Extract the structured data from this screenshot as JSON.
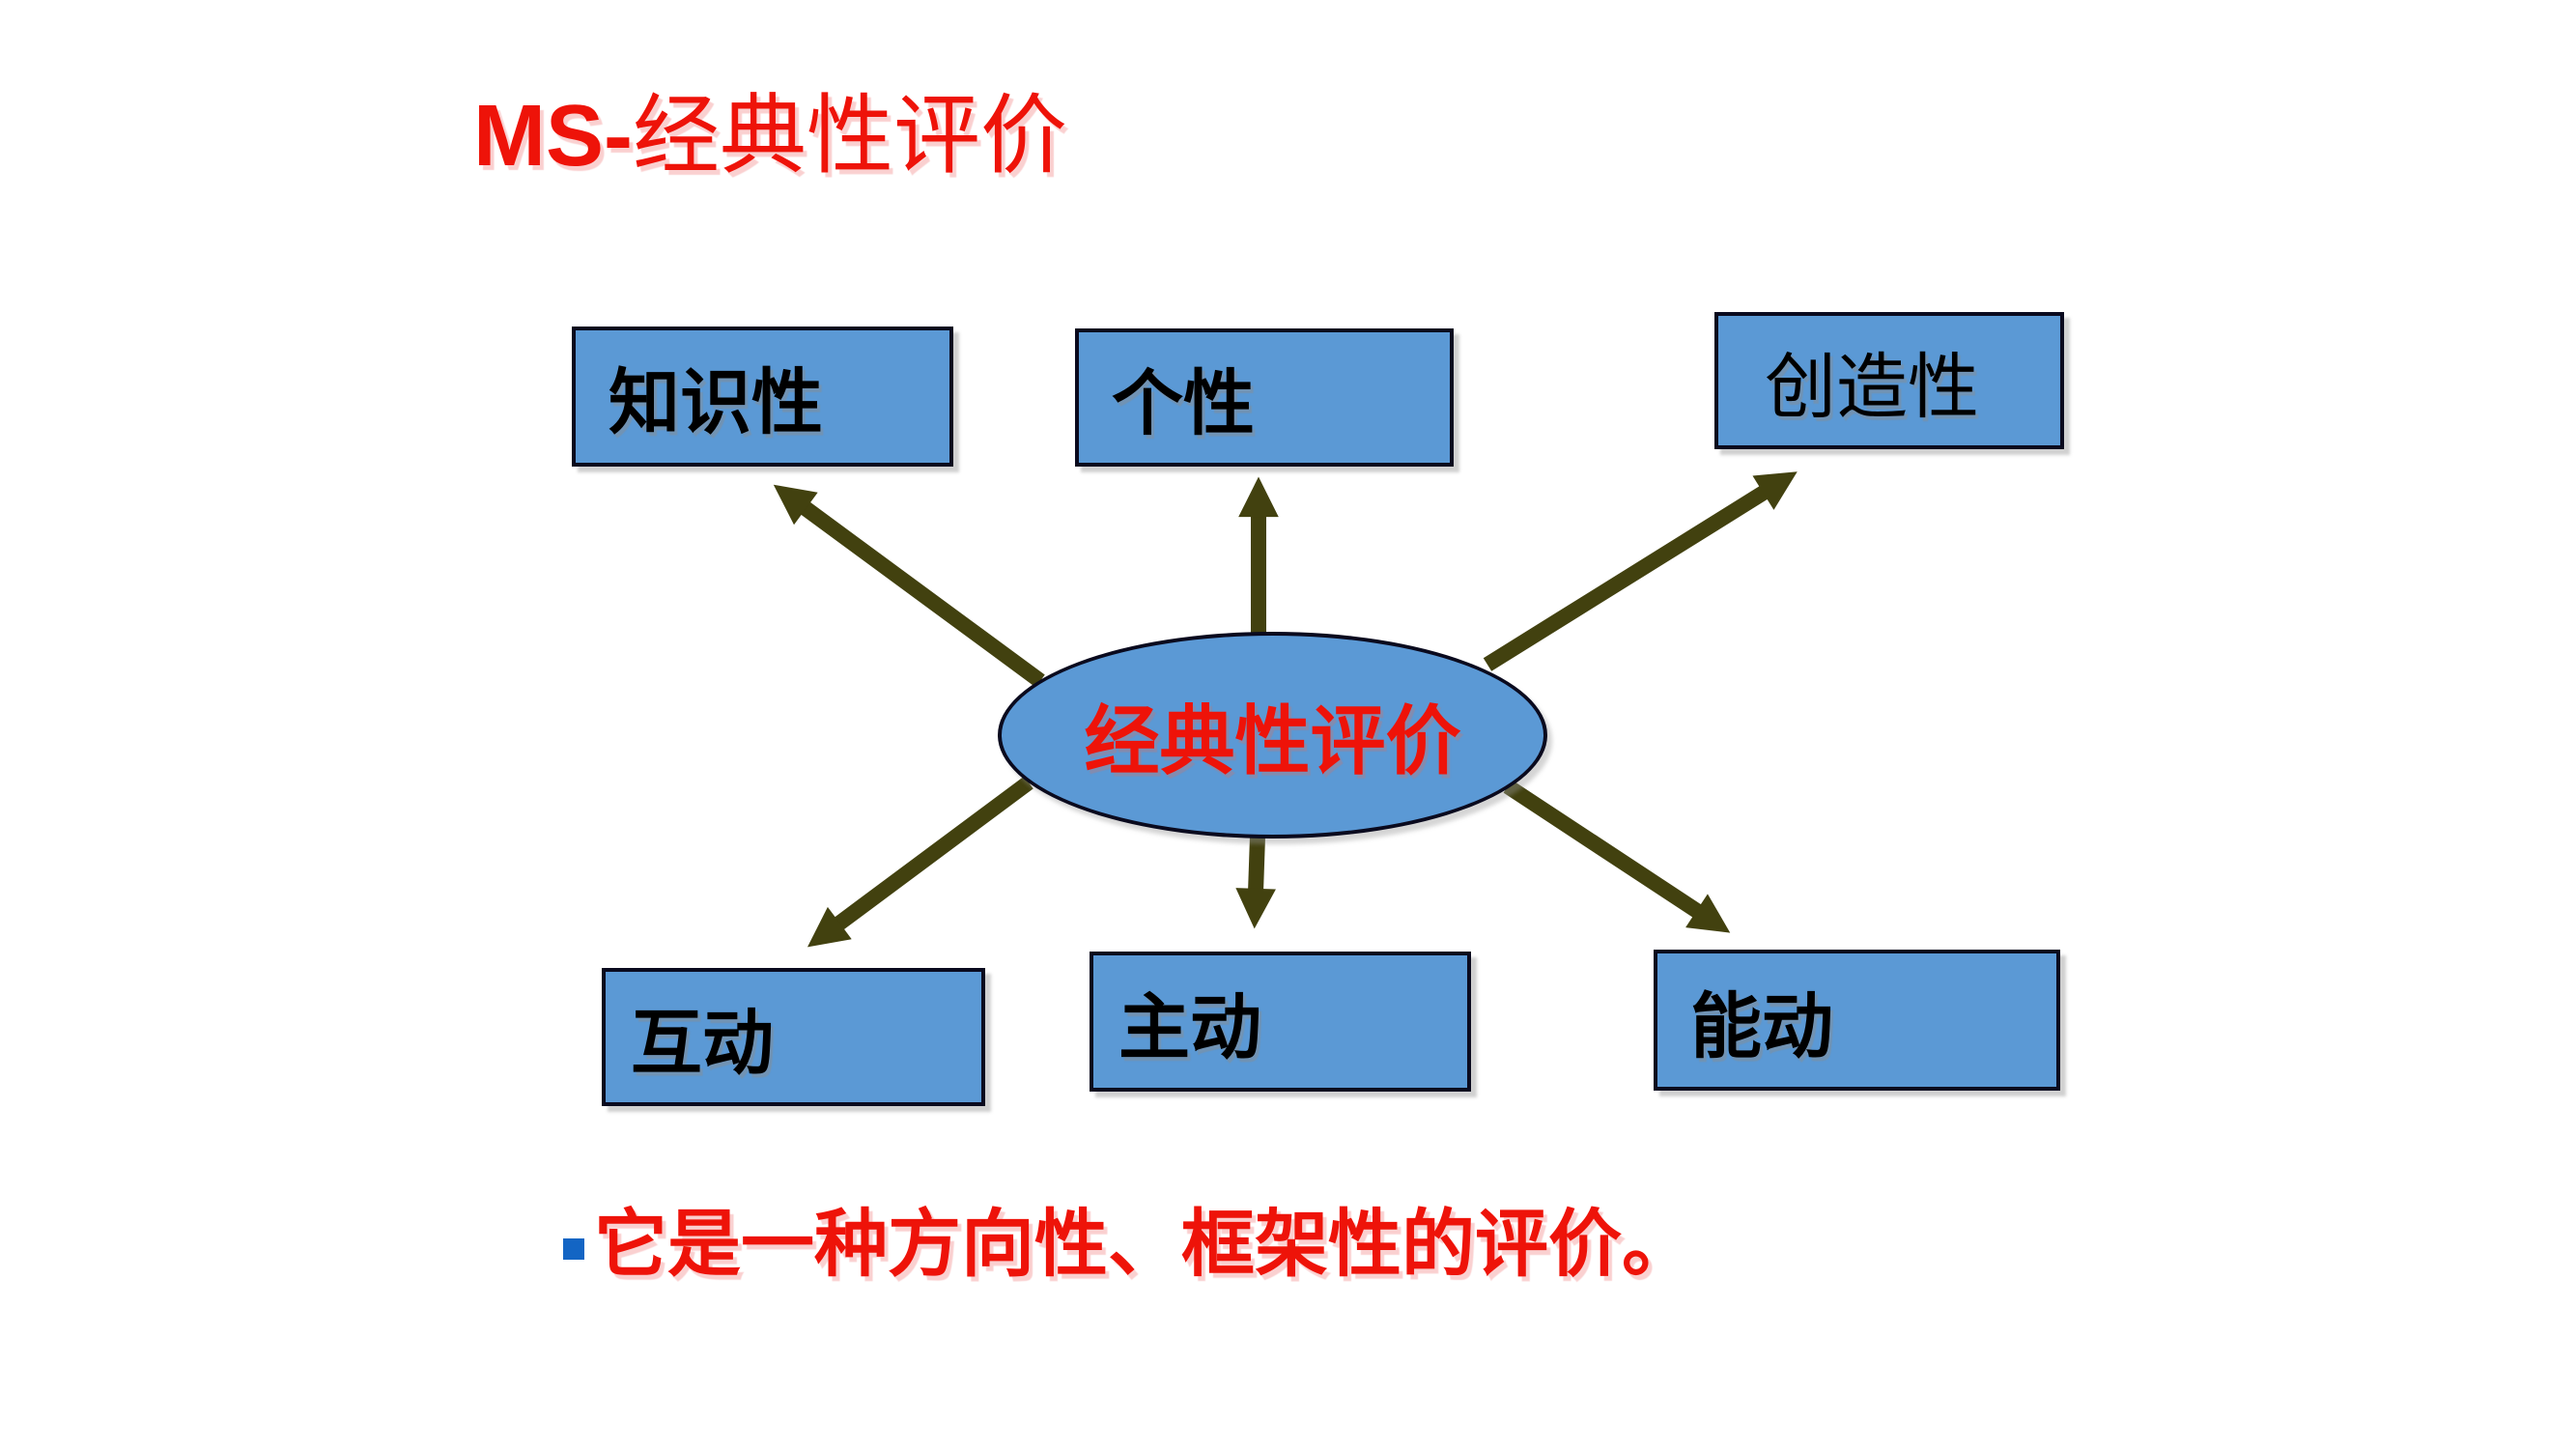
{
  "slide": {
    "title": {
      "prefix": "MS-",
      "main": "经典性评价"
    },
    "diagram": {
      "center": {
        "label": "经典性评价"
      },
      "nodes": [
        {
          "id": "zhishixing",
          "label": "知识性"
        },
        {
          "id": "gexing",
          "label": "个性"
        },
        {
          "id": "chuangzaoxing",
          "label": "创造性"
        },
        {
          "id": "hudong",
          "label": "互动"
        },
        {
          "id": "zhudong",
          "label": "主动"
        },
        {
          "id": "nengdong",
          "label": "能动"
        }
      ]
    },
    "footer": {
      "bullet_text": "它是一种方向性、框架性的评价。"
    }
  },
  "colors": {
    "red_text": "#EE1309",
    "node_fill": "#5B99D5",
    "node_border": "#0A0A1E",
    "arrow_olive": "#42410F",
    "bullet_square": "#1365C4",
    "node_text": "#000000",
    "background": "#FFFFFF"
  }
}
